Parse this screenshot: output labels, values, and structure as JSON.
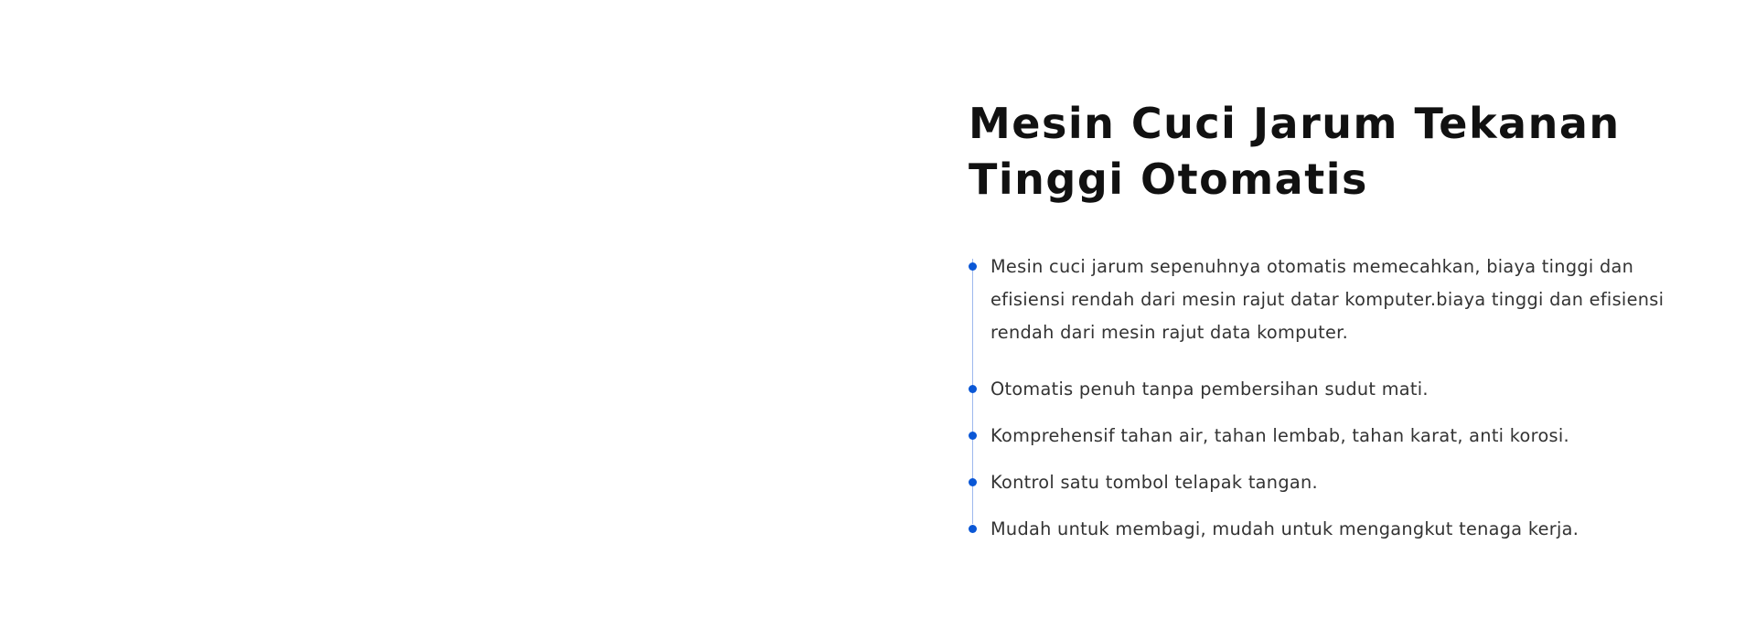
{
  "hero": {
    "title": "Mesin Cuci Jarum Tekanan Tinggi Otomatis",
    "features": [
      "Mesin cuci jarum sepenuhnya otomatis memecahkan, biaya tinggi dan efisiensi rendah dari mesin rajut datar komputer.biaya tinggi dan efisiensi rendah dari mesin rajut data komputer.",
      "Otomatis penuh tanpa pembersihan sudut mati.",
      "Komprehensif tahan air, tahan lembab, tahan karat, anti korosi.",
      "Kontrol satu tombol telapak tangan.",
      "Mudah untuk membagi, mudah untuk mengangkut tenaga kerja."
    ]
  },
  "colors": {
    "accent": "#0a57d6",
    "timeline": "#9db8ee",
    "heading": "#111111",
    "body_text": "#333333"
  }
}
